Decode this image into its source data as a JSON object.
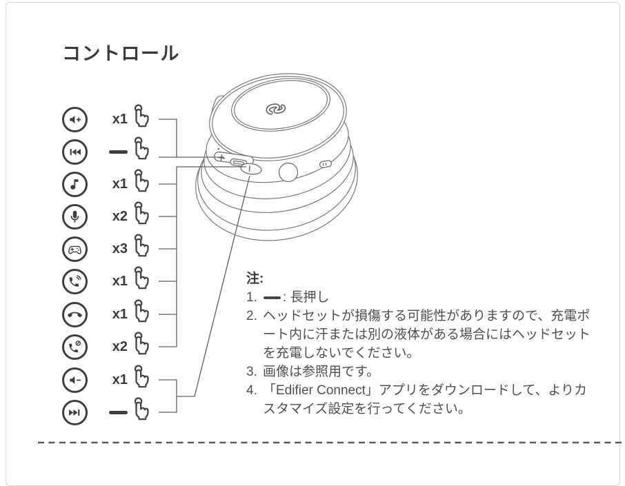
{
  "page": {
    "title": "コントロール"
  },
  "controls": {
    "rows": [
      {
        "icon": "volume-up",
        "gesture": "x1"
      },
      {
        "icon": "previous-track",
        "gesture": "long-press"
      },
      {
        "icon": "play-pause-music",
        "gesture": "x1"
      },
      {
        "icon": "voice-assistant",
        "gesture": "x2"
      },
      {
        "icon": "game-mode",
        "gesture": "x3"
      },
      {
        "icon": "answer-call",
        "gesture": "x1"
      },
      {
        "icon": "end-call",
        "gesture": "x1"
      },
      {
        "icon": "reject-call",
        "gesture": "x2"
      },
      {
        "icon": "volume-down",
        "gesture": "x1"
      },
      {
        "icon": "next-track",
        "gesture": "long-press"
      }
    ]
  },
  "illustration": {
    "device": "wireless-headset-earcup-line-art",
    "volume_plus_mark": "+",
    "power_mark": "|"
  },
  "notes": {
    "heading": "注:",
    "items": [
      {
        "num": "1.",
        "symbol": "long-press-dash",
        "text": ": 長押し"
      },
      {
        "num": "2.",
        "text": "ヘッドセットが損傷する可能性がありますので、充電ポート内に汗または別の液体がある場合にはヘッドセットを充電しないでください。"
      },
      {
        "num": "3.",
        "text": "画像は参照用です。"
      },
      {
        "num": "4.",
        "text": "「Edifier Connect」アプリをダウンロードして、よりカスタマイズ設定を行ってください。"
      }
    ]
  },
  "colors": {
    "ink": "#3e3e3e",
    "line_art": "#6e6e6e",
    "page_border": "#d8d8d8",
    "note_text": "#4f4f4f"
  }
}
